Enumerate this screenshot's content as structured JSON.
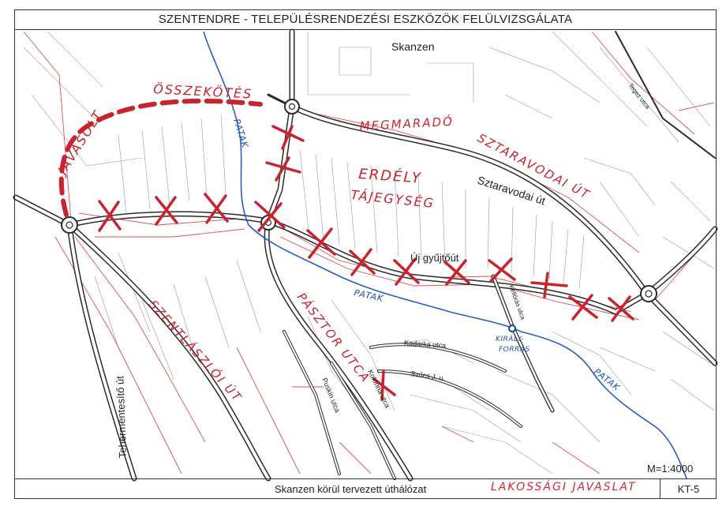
{
  "title": "SZENTENDRE - TELEPÜLÉSRENDEZÉSI ESZKÖZÖK FELÜLVIZSGÁLATA",
  "footer": {
    "caption": "Skanzen körül tervezett úthálózat",
    "handwritten": "LAKOSSÁGI JAVASLAT",
    "sheet_code": "KT-5"
  },
  "scale": "M=1:4000",
  "labels": {
    "skanzen": "Skanzen",
    "sztaravodai_ut": "Sztaravodai út",
    "uj_gyujtout": "Új gyűjtőút",
    "tehermentesito_ut": "Tehermentesítő út",
    "kadarka_utca": "Kadarka utca",
    "szucs_j_u": "Szűcs J. u.",
    "kolonna_utca": "Kolonna utca",
    "puskin_utca": "Puskin utca",
    "kelloras_utca": "Kellőrás utca",
    "tegez_utca": "Tegez utca"
  },
  "handwritten": {
    "javasolt": "JAVASOLT",
    "osszekotes": "ÖSSZEKÖTÉS",
    "megmarado": "MEGMARADÓ",
    "sztaravodai_ut": "SZTARAVODAI ÚT",
    "erdely": "ERDÉLY",
    "tajegyseg": "TÁJEGYSÉG",
    "szentlaszloi_ut": "SZENTLÁSZLÓI ÚT",
    "pasztor_utca": "PÁSZTOR UTCA",
    "patak_top": "PATAK",
    "patak_mid": "PATAK",
    "patak_right": "PATAK",
    "kiraly": "KIRÁLY-",
    "forras": "FORRÁS"
  },
  "colors": {
    "markup_red": "#c8232f",
    "stream_blue": "#2a5cc4",
    "road_dark": "#2b2b2b",
    "plot_red": "#d9505a"
  }
}
